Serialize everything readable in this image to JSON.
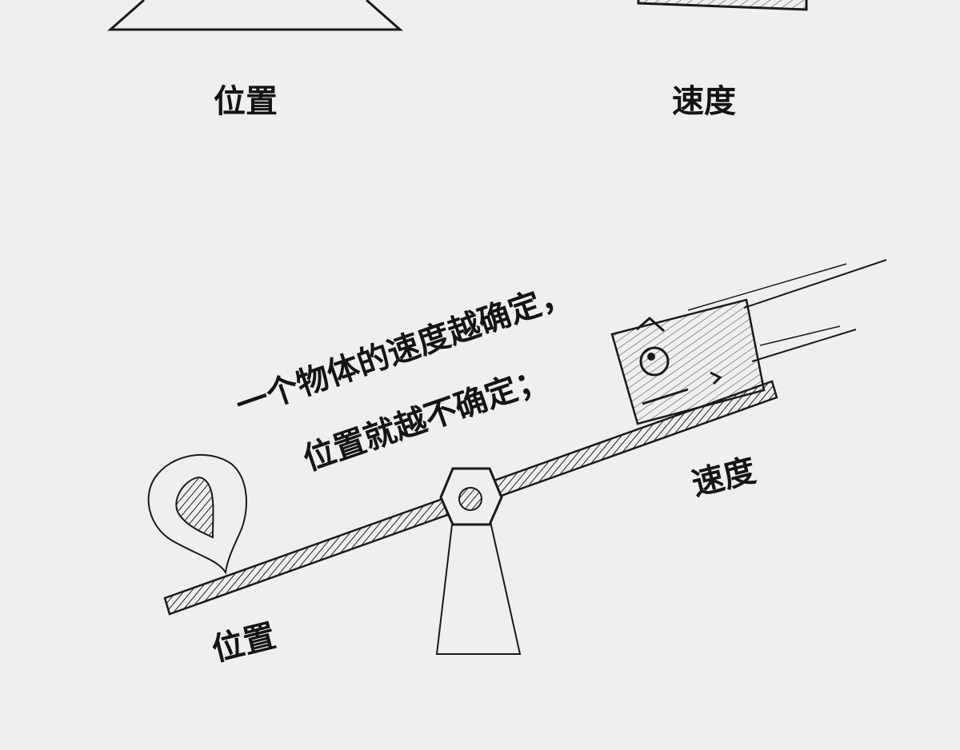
{
  "labels": {
    "top_left": "位置",
    "top_right": "速度",
    "seesaw_left": "位置",
    "seesaw_right": "速度"
  },
  "caption": {
    "line1": "一个物体的速度越确定，",
    "line2": "位置就越不确定；"
  },
  "colors": {
    "background": "#efefef",
    "ink": "#141414"
  }
}
